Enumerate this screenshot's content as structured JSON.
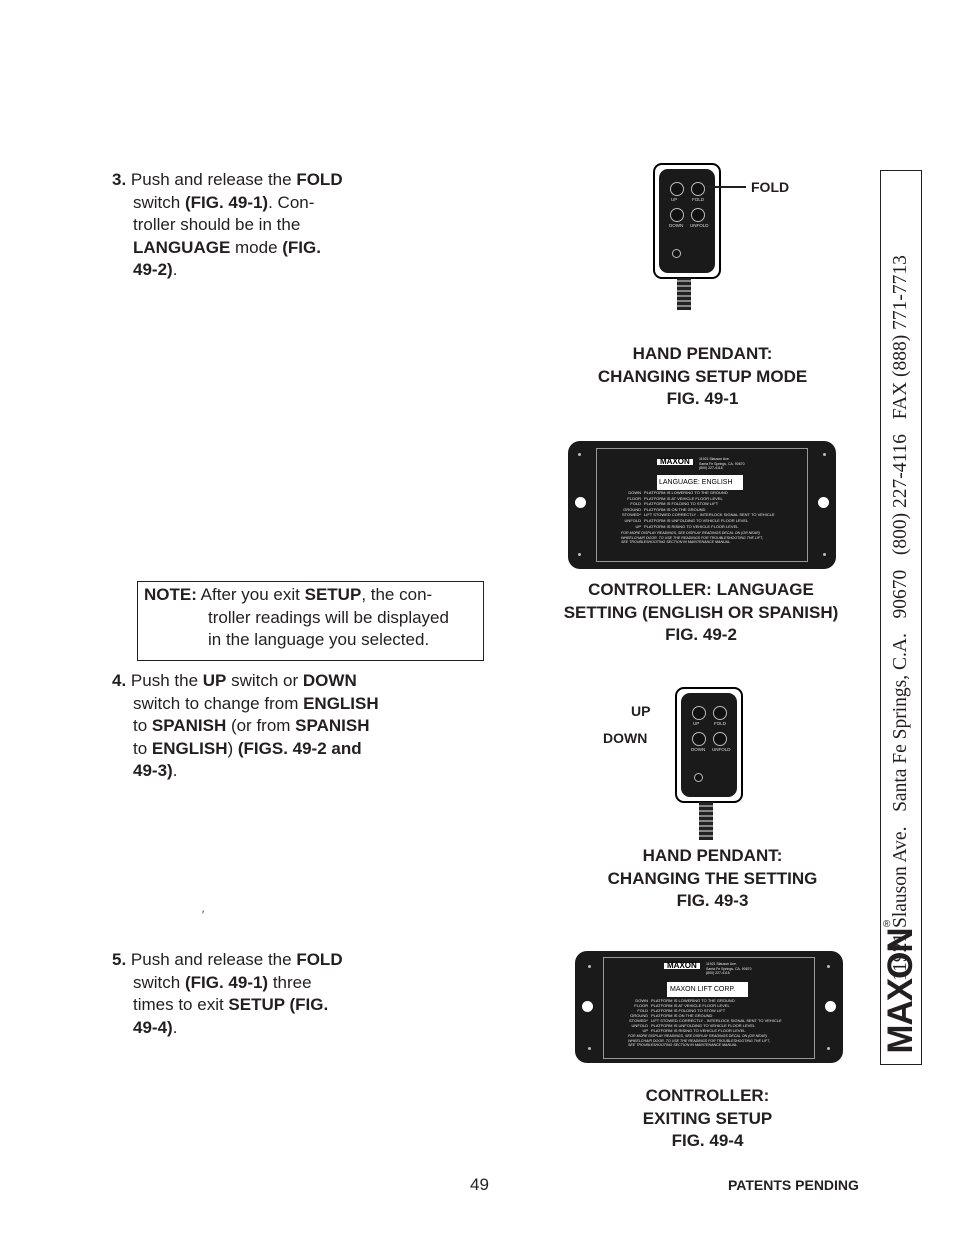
{
  "steps": {
    "s3": {
      "num": "3.",
      "t1": "Push and release the ",
      "b1": "FOLD",
      "t2": "switch ",
      "b2": "(FIG. 49-1)",
      "t3": ". Con-",
      "t4": "troller should be in the",
      "b3": "LANGUAGE",
      "t5": " mode ",
      "b4": "(FIG.",
      "b5": "49-2)",
      "t6": "."
    },
    "s4": {
      "num": "4.",
      "t1": "Push the ",
      "b1": "UP",
      "t2": " switch or ",
      "b2": "DOWN",
      "t3": "switch to change from ",
      "b3": "ENGLISH",
      "t4": "to ",
      "b4": "SPANISH",
      "t5": " (or from ",
      "b5": "SPANISH",
      "t6": "to ",
      "b6": "ENGLISH",
      "t7": ") ",
      "b7": "(FIGS. 49-2 and",
      "b8": "49-3)",
      "t8": "."
    },
    "s5": {
      "num": "5.",
      "t1": "Push and release the ",
      "b1": "FOLD",
      "t2": "switch ",
      "b2": "(FIG. 49-1)",
      "t3": " three",
      "t4": "times to exit ",
      "b3": "SETUP (FIG.",
      "b4": "49-4)",
      "t5": "."
    }
  },
  "note": {
    "label": "NOTE:",
    "t1": " After you exit ",
    "b1": "SETUP",
    "t2": ", the con-",
    "l2": "troller readings will be displayed",
    "l3": "in the language you selected."
  },
  "stray_mark": "′",
  "captions": {
    "fig1": [
      "HAND PENDANT:",
      "CHANGING SETUP MODE",
      "FIG. 49-1"
    ],
    "fig2": [
      "CONTROLLER: LANGUAGE",
      "SETTING (ENGLISH OR SPANISH)",
      "FIG. 49-2"
    ],
    "fig3": [
      "HAND PENDANT:",
      "CHANGING THE SETTING",
      "FIG. 49-3"
    ],
    "fig4": [
      "CONTROLLER:",
      "EXITING SETUP",
      "FIG. 49-4"
    ]
  },
  "callouts": {
    "fold": "FOLD",
    "up": "UP",
    "down": "DOWN"
  },
  "pendant": {
    "up": "UP",
    "fold": "FOLD",
    "down": "DOWN",
    "unfold": "UNFOLD"
  },
  "controller": {
    "brand": "MAXON",
    "address": [
      "11921 Slauson Ave.",
      "Santa Fe Springs, CA. 90670",
      "(800) 227-4116"
    ],
    "display_fig2": "LANGUAGE: ENGLISH",
    "display_fig4": "MAXON LIFT CORP.",
    "rows": [
      {
        "k": "DOWN",
        "v": "PLATFORM IS LOWERING TO THE GROUND"
      },
      {
        "k": "FLOOR",
        "v": "PLATFORM IS AT VEHICLE FLOOR LEVEL"
      },
      {
        "k": "FOLD",
        "v": "PLATFORM IS FOLDING TO STOW LIFT"
      },
      {
        "k": "GROUND",
        "v": "PLATFORM IS ON THE GROUND"
      },
      {
        "k": "STOWED*",
        "v": "LIFT STOWED CORRECTLY - INTERLOCK SIGNAL SENT TO VEHICLE"
      },
      {
        "k": "UNFOLD",
        "v": "PLATFORM IS UNFOLDING TO VEHICLE FLOOR LEVEL"
      },
      {
        "k": "UP",
        "v": "PLATFORM IS RISING TO VEHICLE FLOOR LEVEL"
      }
    ],
    "footnote": [
      "FOR MORE DISPLAY READINGS, SEE DISPLAY READINGS DECAL ON (OR NEAR)",
      "WHEELCHAIR DOOR. TO USE THE READINGS FOR TROUBLESHOOTING THE LIFT,",
      "SEE TROUBLESHOOTING SECTION IN MAINTENANCE MANUAL."
    ]
  },
  "sidebar": {
    "logo": "MAXON",
    "reg": "®",
    "address": "11921 Slauson Ave.   Santa Fe Springs, C.A.   90670   (800) 227-4116   FAX (888) 771-7713"
  },
  "footer": {
    "page": "49",
    "patents": "PATENTS PENDING"
  }
}
